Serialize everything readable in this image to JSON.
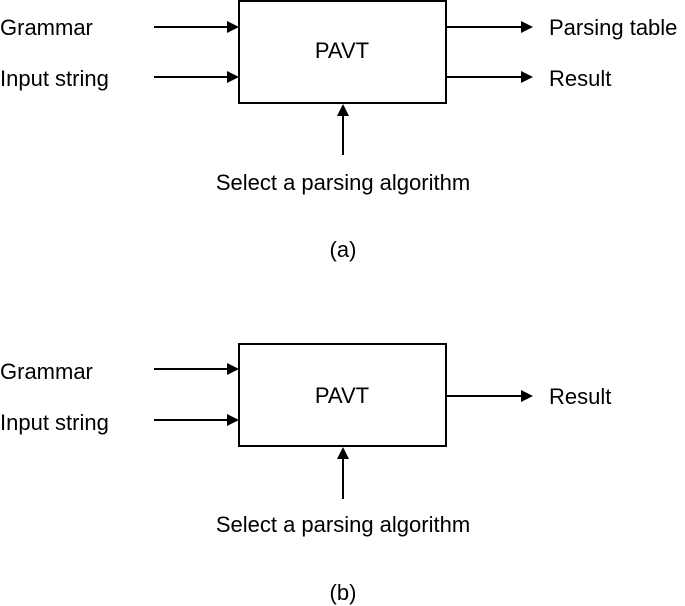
{
  "diagrams": [
    {
      "id": "a",
      "caption": "(a)",
      "box_label": "PAVT",
      "inputs": [
        "Grammar",
        "Input string"
      ],
      "bottom_input": "Select a parsing algorithm",
      "outputs": [
        "Parsing table",
        "Result"
      ]
    },
    {
      "id": "b",
      "caption": "(b)",
      "box_label": "PAVT",
      "inputs": [
        "Grammar",
        "Input string"
      ],
      "bottom_input": "Select a parsing algorithm",
      "outputs": [
        "Result"
      ]
    }
  ],
  "colors": {
    "line": "#000000",
    "background": "#ffffff"
  }
}
